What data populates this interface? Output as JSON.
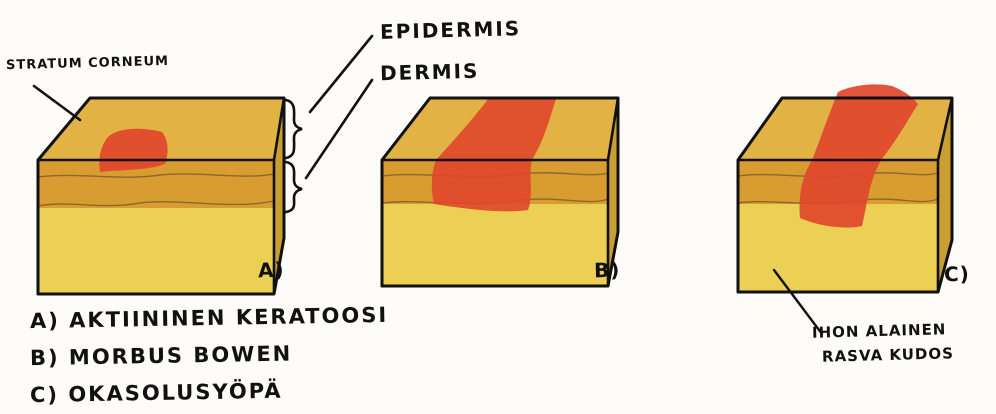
{
  "labels": {
    "stratum_corneum": "STRATUM CORNEUM",
    "epidermis": "EPIDERMIS",
    "dermis": "DERMIS",
    "subcutaneous_line1": "IHON ALAINEN",
    "subcutaneous_line2": "RASVA KUDOS"
  },
  "blocks": [
    {
      "id": "A",
      "letter": "A)",
      "lesion_depth": "epidermis-surface"
    },
    {
      "id": "B",
      "letter": "B)",
      "lesion_depth": "full-epidermis"
    },
    {
      "id": "C",
      "letter": "C)",
      "lesion_depth": "into-dermis"
    }
  ],
  "legend": [
    "A) AKTIININEN KERATOOSI",
    "B) MORBUS BOWEN",
    "C) OKASOLUSYÖPÄ"
  ],
  "colors": {
    "top_surface": "#e3b341",
    "epidermis_band": "#d69a2e",
    "dermis": "#eccf52",
    "right_side": "#caa232",
    "lesion": "#e1442b",
    "outline": "#111111"
  }
}
